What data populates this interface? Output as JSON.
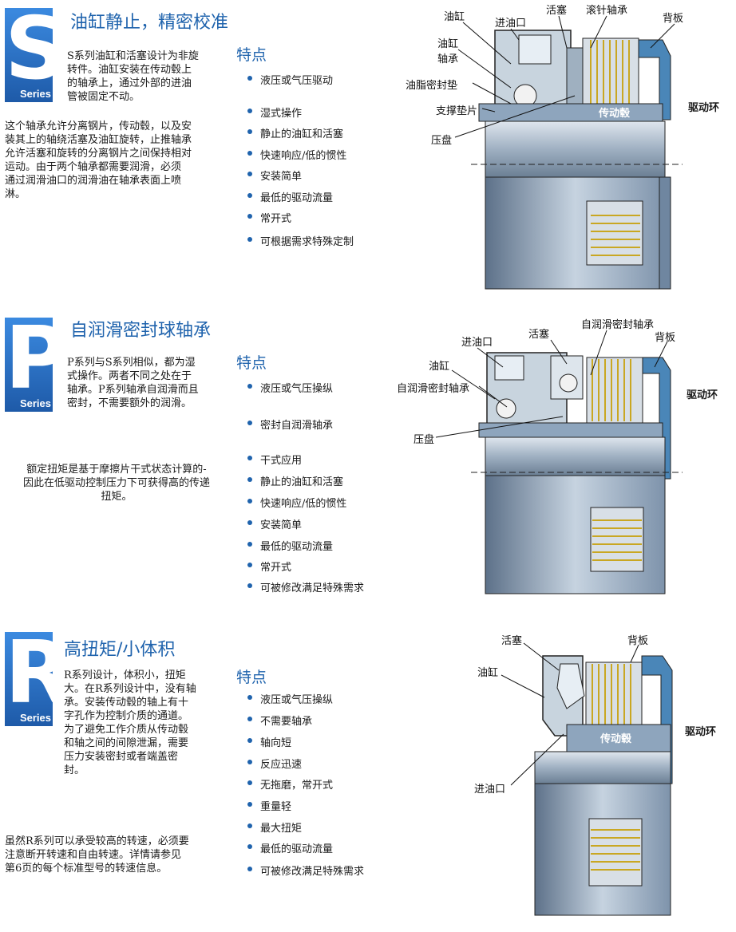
{
  "sections": [
    {
      "logo_letter": "S",
      "logo_sub": "Series",
      "title": "油缸静止，精密校准",
      "intro": [
        "S系列油缸和活塞设计为非旋",
        "转件。油缸安装在传动毂上",
        "的轴承上，通过外部的进油",
        "管被固定不动。"
      ],
      "desc": [
        "这个轴承允许分离钢片，传动毂，以及安",
        "装其上的轴绕活塞及油缸旋转，止推轴承",
        "允许活塞和旋转的分离钢片之间保持相对",
        "运动。由于两个轴承都需要润滑，必须",
        "通过润滑油口的润滑油在轴承表面上喷",
        "淋。"
      ],
      "features_title": "特点",
      "features": [
        "液压或气压驱动",
        "湿式操作",
        "静止的油缸和活塞",
        "快速响应/低的惯性",
        "安装简单",
        "最低的驱动流量",
        "常开式",
        "可根据需求特殊定制"
      ],
      "labels": {
        "cyl": "油缸",
        "inlet": "进油口",
        "piston": "活塞",
        "needle": "滚针轴承",
        "back": "背板",
        "cylbear1": "油缸",
        "cylbear2": "轴承",
        "grease": "油脂密封垫",
        "support": "支撑垫片",
        "plate": "压盘",
        "hub": "传动毂",
        "ring": "驱动环"
      }
    },
    {
      "logo_letter": "P",
      "logo_sub": "Series",
      "title": "自润滑密封球轴承",
      "intro": [
        "P系列与S系列相似，都为湿",
        "式操作。两者不同之处在于",
        "轴承。P系列轴承自润滑而且",
        "密封，不需要额外的润滑。"
      ],
      "desc": [
        "额定扭矩是基于摩擦片干式状态计算的-",
        "因此在低驱动控制压力下可获得高的传递",
        "扭矩。"
      ],
      "features_title": "特点",
      "features": [
        "液压或气压操纵",
        "密封自润滑轴承",
        "干式应用",
        "静止的油缸和活塞",
        "快速响应/低的惯性",
        "安装简单",
        "最低的驱动流量",
        "常开式",
        "可被修改满足特殊需求"
      ],
      "labels": {
        "inlet": "进油口",
        "piston": "活塞",
        "seal_bear": "自润滑密封轴承",
        "back": "背板",
        "cyl": "油缸",
        "self_bear": "自润滑密封轴承",
        "plate": "压盘",
        "ring": "驱动环"
      }
    },
    {
      "logo_letter": "R",
      "logo_sub": "Series",
      "title": "高扭矩/小体积",
      "intro": [
        "R系列设计，体积小，扭矩",
        "大。在R系列设计中，没有轴",
        "承。安装传动毂的轴上有十",
        "字孔作为控制介质的通道。",
        "为了避免工作介质从传动毂",
        "和轴之间的间隙泄漏，需要",
        "压力安装密封或者端盖密",
        "封。"
      ],
      "desc": [
        "虽然R系列可以承受较高的转速，必须要",
        "注意断开转速和自由转速。详情请参见",
        "第6页的每个标准型号的转速信息。"
      ],
      "features_title": "特点",
      "features": [
        "液压或气压操纵",
        "不需要轴承",
        "轴向短",
        "反应迅速",
        "无拖磨，常开式",
        "重量轻",
        "最大扭矩",
        "最低的驱动流量",
        "可被修改满足特殊需求"
      ],
      "labels": {
        "piston": "活塞",
        "back": "背板",
        "cyl": "油缸",
        "hub": "传动毂",
        "ring": "驱动环",
        "inlet": "进油口"
      }
    }
  ]
}
